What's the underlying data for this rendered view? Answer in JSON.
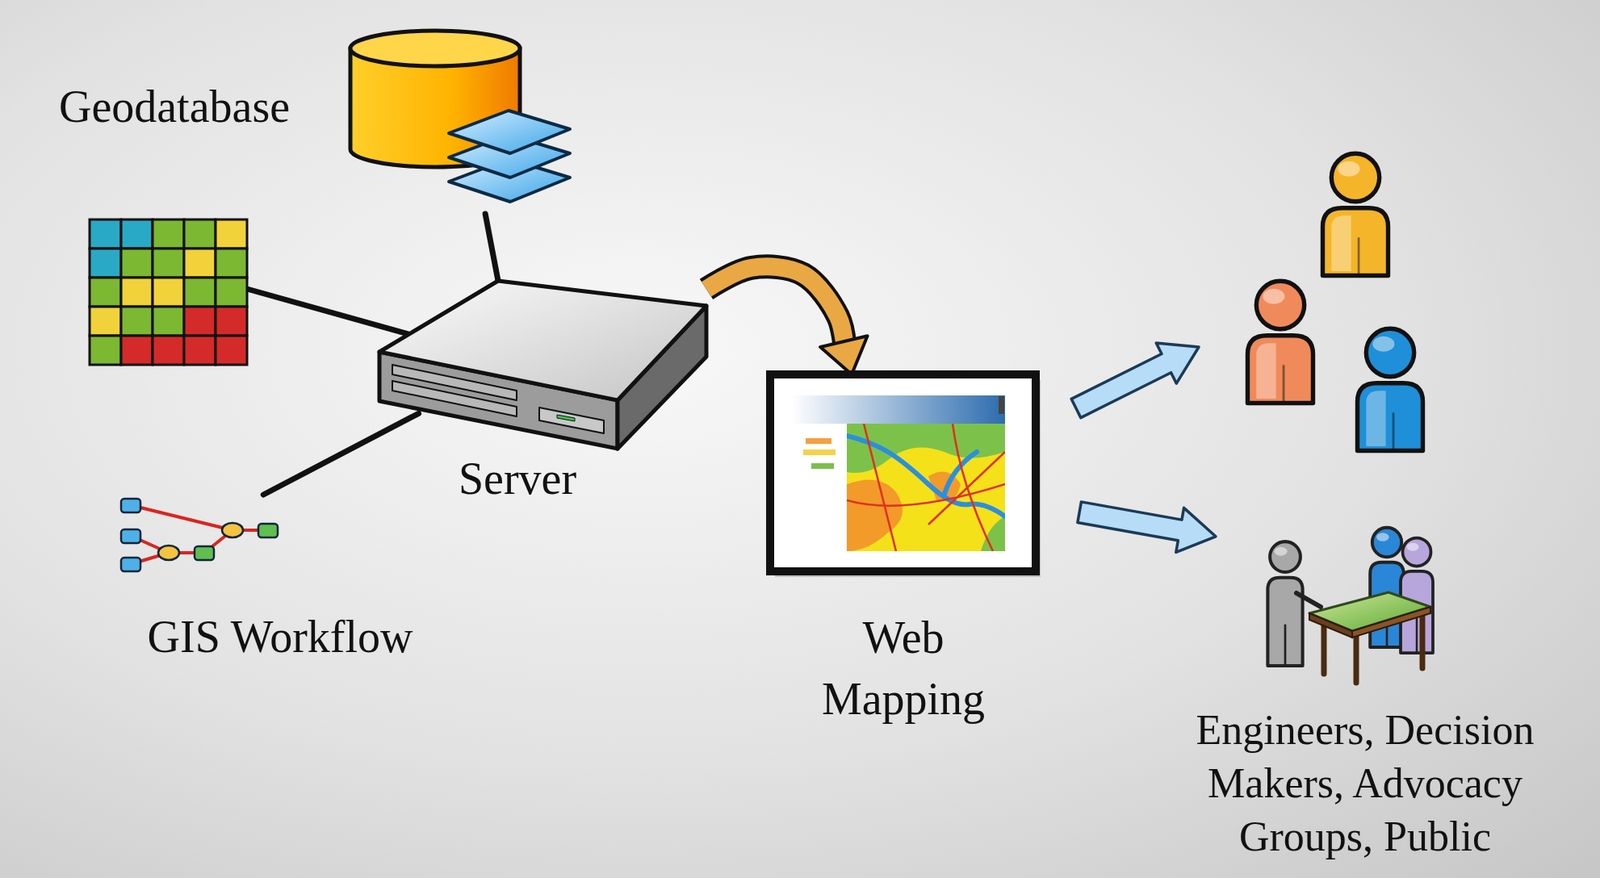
{
  "diagram": {
    "nodes": [
      {
        "text": [
          "Geodatabase"
        ]
      },
      {
        "text": [
          "Server"
        ]
      },
      {
        "text": [
          "GIS Workflow"
        ]
      },
      {
        "text": [
          "Web Mapping"
        ]
      },
      {
        "text": [
          "Engineers, Decision Makers, Advocacy Groups, Public"
        ]
      }
    ],
    "edges": [
      {
        "from": 0,
        "to": 1,
        "arrow": "none"
      },
      {
        "from": 2,
        "to": 1,
        "arrow": "none"
      },
      {
        "from": 1,
        "to": 3,
        "arrow": "to"
      },
      {
        "from": 3,
        "to": 4,
        "arrow": "to"
      }
    ]
  }
}
